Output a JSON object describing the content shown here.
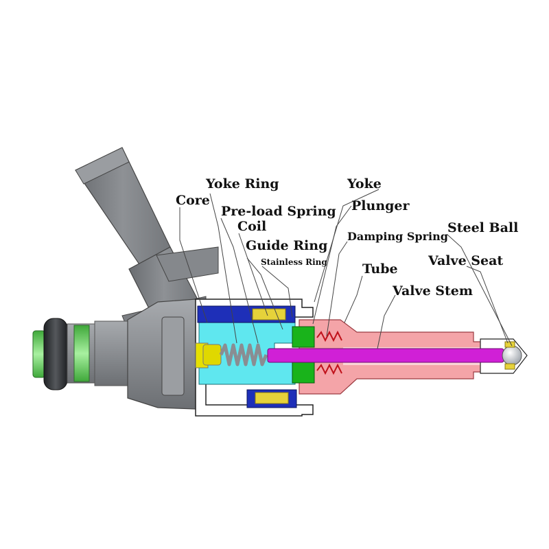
{
  "labels": {
    "core": "Core",
    "yoke_ring": "Yoke Ring",
    "preload_spring": "Pre-load Spring",
    "coil": "Coil",
    "guide_ring": "Guide Ring",
    "stainless_ring": "Stainless Ring",
    "yoke": "Yoke",
    "plunger": "Plunger",
    "damping_spring": "Damping Spring",
    "tube": "Tube",
    "valve_stem": "Valve Stem",
    "steel_ball": "Steel Ball",
    "valve_seat": "Valve Seat"
  },
  "colors": {
    "housing": "#8d9094",
    "connector": "#7f8286",
    "oring": "#303336",
    "filter_green": "#6fd06a",
    "core_cyan": "#5fe7ef",
    "coil_blue": "#1e2fb8",
    "yoke_ring_yellow": "#e6d23a",
    "plunger_green": "#19b31b",
    "tube_pink": "#f4a4a8",
    "valve_stem_magenta": "#d020d6",
    "steel_ball": "#dfe3e8",
    "spring_gray": "#8a8d92",
    "leader_line": "#444444"
  }
}
